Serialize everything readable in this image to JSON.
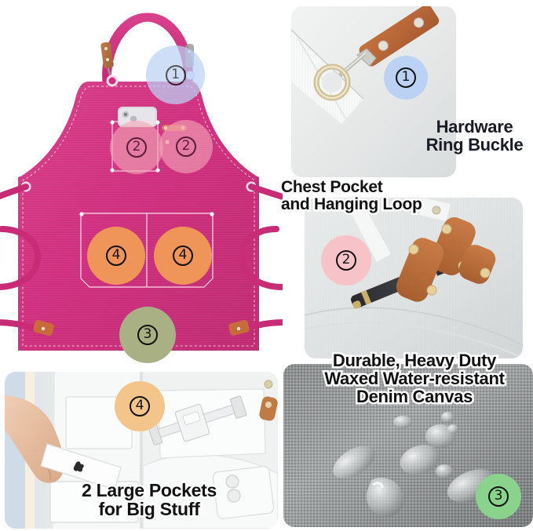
{
  "product": {
    "title": "Waxed Canvas Cross-Back Apron — Feature Infographic",
    "apron_color": "#d6337f",
    "apron_color_dark": "#b82468",
    "leather_color": "#b5703e"
  },
  "features": [
    {
      "number": "1",
      "badge_color": "#bcd2f5",
      "label": "Hardware Ring Buckle",
      "label_lines": [
        "Hardware",
        "Ring Buckle"
      ]
    },
    {
      "number": "2",
      "badge_color": "#f2a8b6",
      "label": "Chest Pocket and Hanging Loop",
      "label_lines": [
        "Chest Pocket",
        "and Hanging Loop"
      ]
    },
    {
      "number": "3",
      "badge_color": "#a9b084",
      "label": "Durable, Heavy Duty Waxed Water-resistant Denim Canvas",
      "label_lines": [
        "Durable, Heavy Duty",
        "Waxed Water-resistant",
        "Denim Canvas"
      ]
    },
    {
      "number": "4",
      "badge_color": "#ef9559",
      "label": "2 Large Pockets for Big Stuff",
      "label_lines": [
        "2 Large Pockets",
        "for Big Stuff"
      ]
    }
  ],
  "headings": {
    "hardware": {
      "line1": "Hardware",
      "line2": "Ring Buckle",
      "color": "#1b1b27"
    },
    "chest": {
      "line1": "Chest Pocket",
      "line2": "and Hanging Loop",
      "color": "#111111"
    },
    "denim": {
      "line1": "Durable, Heavy Duty",
      "line2": "Waxed Water-resistant",
      "line3": "Denim Canvas",
      "color": "#111111"
    },
    "pockets": {
      "line1": "2 Large Pockets",
      "line2": "for Big Stuff",
      "color": "#111111"
    }
  },
  "badges": {
    "apron_strap": {
      "number": "1",
      "color": "#bcd2f5"
    },
    "chest_pocket_left": {
      "number": "2",
      "color": "#f2a8b6"
    },
    "chest_pocket_right": {
      "number": "2",
      "color": "#f2a8b6"
    },
    "front_pocket_left": {
      "number": "4",
      "color": "#ef9559"
    },
    "front_pocket_right": {
      "number": "4",
      "color": "#ef9559"
    },
    "apron_fabric": {
      "number": "3",
      "color": "#a9b084"
    },
    "hardware_photo": {
      "number": "1",
      "color": "#bcd2f5"
    },
    "pen_photo": {
      "number": "2",
      "color": "#f7bfc6"
    },
    "denim_photo": {
      "number": "3",
      "color": "#88d48a"
    },
    "pockets_photo": {
      "number": "4",
      "color": "#f2c48a"
    }
  },
  "alt": {
    "apron": "pink-apron-illustration",
    "hardware": "hardware-ring-buckle-photo",
    "pen": "pen-holder-loop-photo",
    "denim": "water-beading-denim-photo",
    "pockets": "hand-in-apron-pocket-photo"
  }
}
